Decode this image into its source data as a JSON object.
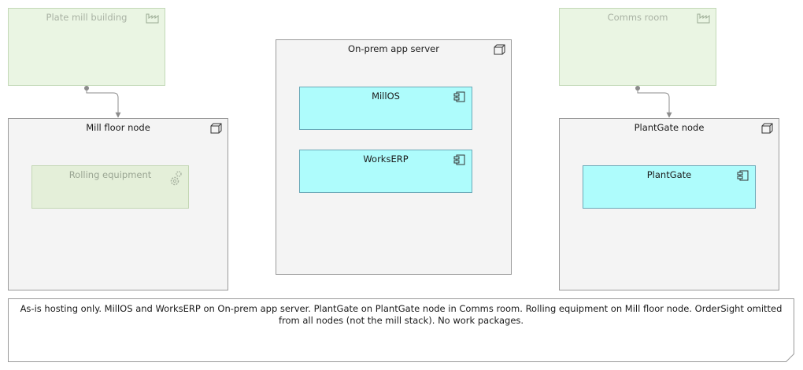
{
  "locations": [
    {
      "id": "plate-mill-building",
      "label": "Plate mill building"
    },
    {
      "id": "comms-room",
      "label": "Comms room"
    }
  ],
  "nodes": [
    {
      "id": "mill-floor-node",
      "label": "Mill floor node"
    },
    {
      "id": "on-prem-app-server",
      "label": "On-prem app server"
    },
    {
      "id": "plantgate-node",
      "label": "PlantGate node"
    }
  ],
  "components": [
    {
      "id": "millos",
      "label": "MillOS"
    },
    {
      "id": "workserp",
      "label": "WorksERP"
    },
    {
      "id": "plantgate",
      "label": "PlantGate"
    }
  ],
  "equipment": [
    {
      "id": "rolling-equipment",
      "label": "Rolling equipment"
    }
  ],
  "note": {
    "text": "As-is hosting only. MillOS and WorksERP on On-prem app server. PlantGate on PlantGate node in Comms room. Rolling equipment on Mill floor node. OrderSight omitted from all nodes (not the mill stack). No work packages."
  },
  "connections": [
    {
      "from": "Plate mill building",
      "to": "Mill floor node"
    },
    {
      "from": "Comms room",
      "to": "PlantGate node"
    }
  ],
  "icons": {
    "location": "factory-icon",
    "node": "node-cube-icon",
    "component": "component-icon",
    "equipment": "gear-icon"
  },
  "colors": {
    "location_fill": "#eaf5e3",
    "node_fill": "#f4f4f4",
    "component_fill": "#aefcfc",
    "equipment_fill": "#e4efd9",
    "connector": "#8c8c8c"
  }
}
